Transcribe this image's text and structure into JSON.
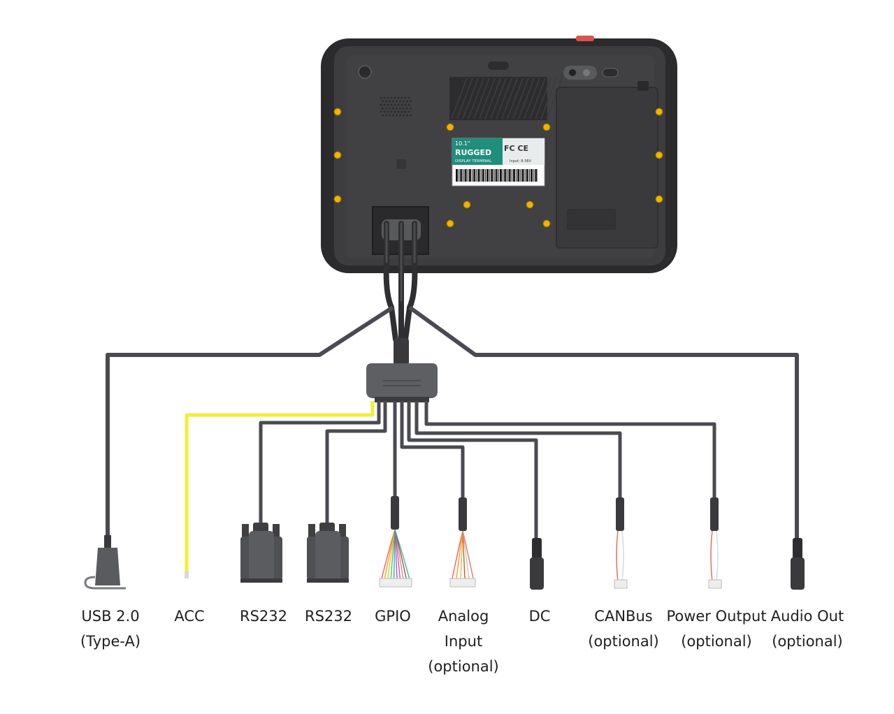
{
  "device": {
    "badge_size": "10.1\"",
    "badge_title": "RUGGED",
    "badge_subtitle": "DISPLAY TERMINAL",
    "cert_marks": "FC CE",
    "input_spec": "Input: 8-36V"
  },
  "colors": {
    "cable": "#4a4a52",
    "acc_cable": "#f2ee3a",
    "device_body": "#3a3a3c",
    "device_bumper": "#2b2b2d",
    "screw": "#f0b400",
    "label_text": "#1e1e1e"
  },
  "connectors": [
    {
      "name": "usb",
      "lines": [
        "USB 2.0",
        "(Type-A)"
      ]
    },
    {
      "name": "acc",
      "lines": [
        "ACC"
      ]
    },
    {
      "name": "rs232-1",
      "lines": [
        "RS232"
      ]
    },
    {
      "name": "rs232-2",
      "lines": [
        "RS232"
      ]
    },
    {
      "name": "gpio",
      "lines": [
        "GPIO"
      ]
    },
    {
      "name": "analog-input",
      "lines": [
        "Analog",
        "Input",
        "(optional)"
      ]
    },
    {
      "name": "dc",
      "lines": [
        "DC"
      ]
    },
    {
      "name": "canbus",
      "lines": [
        "CANBus",
        "(optional)"
      ]
    },
    {
      "name": "power-output",
      "lines": [
        "Power Output",
        "(optional)"
      ]
    },
    {
      "name": "audio-out",
      "lines": [
        "Audio Out",
        "(optional)"
      ]
    }
  ]
}
